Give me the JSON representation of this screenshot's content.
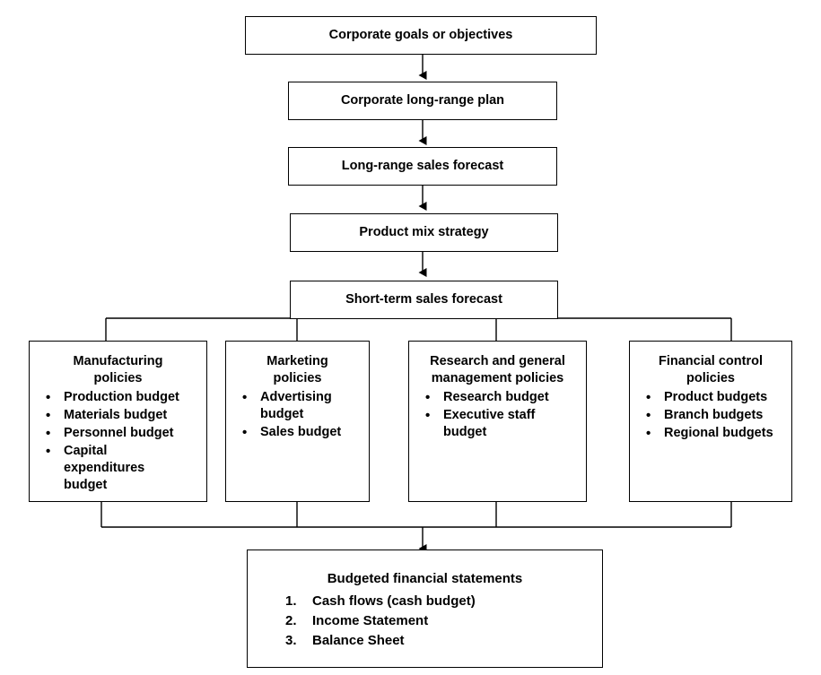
{
  "diagram": {
    "title": "Budget planning flowchart",
    "line_color": "#000000",
    "box_border_color": "#000000",
    "background": "#ffffff"
  },
  "nodes": {
    "corporate_goals": {
      "label": "Corporate goals or objectives"
    },
    "long_range_plan": {
      "label": "Corporate long-range plan"
    },
    "long_range_forecast": {
      "label": "Long-range sales forecast"
    },
    "product_mix": {
      "label": "Product mix strategy"
    },
    "short_term_forecast": {
      "label": "Short-term sales forecast"
    }
  },
  "policies": [
    {
      "id": "manufacturing",
      "title": "Manufacturing\npolicies",
      "title_line1": "Manufacturing",
      "title_line2": "policies",
      "items": [
        "Production budget",
        "Materials budget",
        "Personnel budget",
        "Capital\n expenditures\n budget"
      ],
      "items_flat": [
        "Production budget",
        "Materials budget",
        "Personnel budget",
        "Capital expenditures budget"
      ]
    },
    {
      "id": "marketing",
      "title": "Marketing\npolicies",
      "title_line1": "Marketing",
      "title_line2": "policies",
      "items": [
        "Advertising\n budget",
        "Sales budget"
      ],
      "items_flat": [
        "Advertising budget",
        "Sales budget"
      ]
    },
    {
      "id": "research",
      "title": "Research and general\nmanagement policies",
      "title_line1": "Research and general",
      "title_line2": "management policies",
      "items": [
        "Research budget",
        "Executive staff\n budget"
      ],
      "items_flat": [
        "Research budget",
        "Executive staff budget"
      ]
    },
    {
      "id": "financial",
      "title": "Financial control\npolicies",
      "title_line1": "Financial control",
      "title_line2": "policies",
      "items": [
        "Product budgets",
        "Branch budgets",
        "Regional budgets"
      ],
      "items_flat": [
        "Product budgets",
        "Branch budgets",
        "Regional budgets"
      ]
    }
  ],
  "bottom": {
    "title": "Budgeted financial statements",
    "items": [
      {
        "num": "1.",
        "label": "Cash flows (cash budget)"
      },
      {
        "num": "2.",
        "label": "Income Statement"
      },
      {
        "num": "3.",
        "label": "Balance Sheet"
      }
    ]
  },
  "bullet_glyph": "•"
}
